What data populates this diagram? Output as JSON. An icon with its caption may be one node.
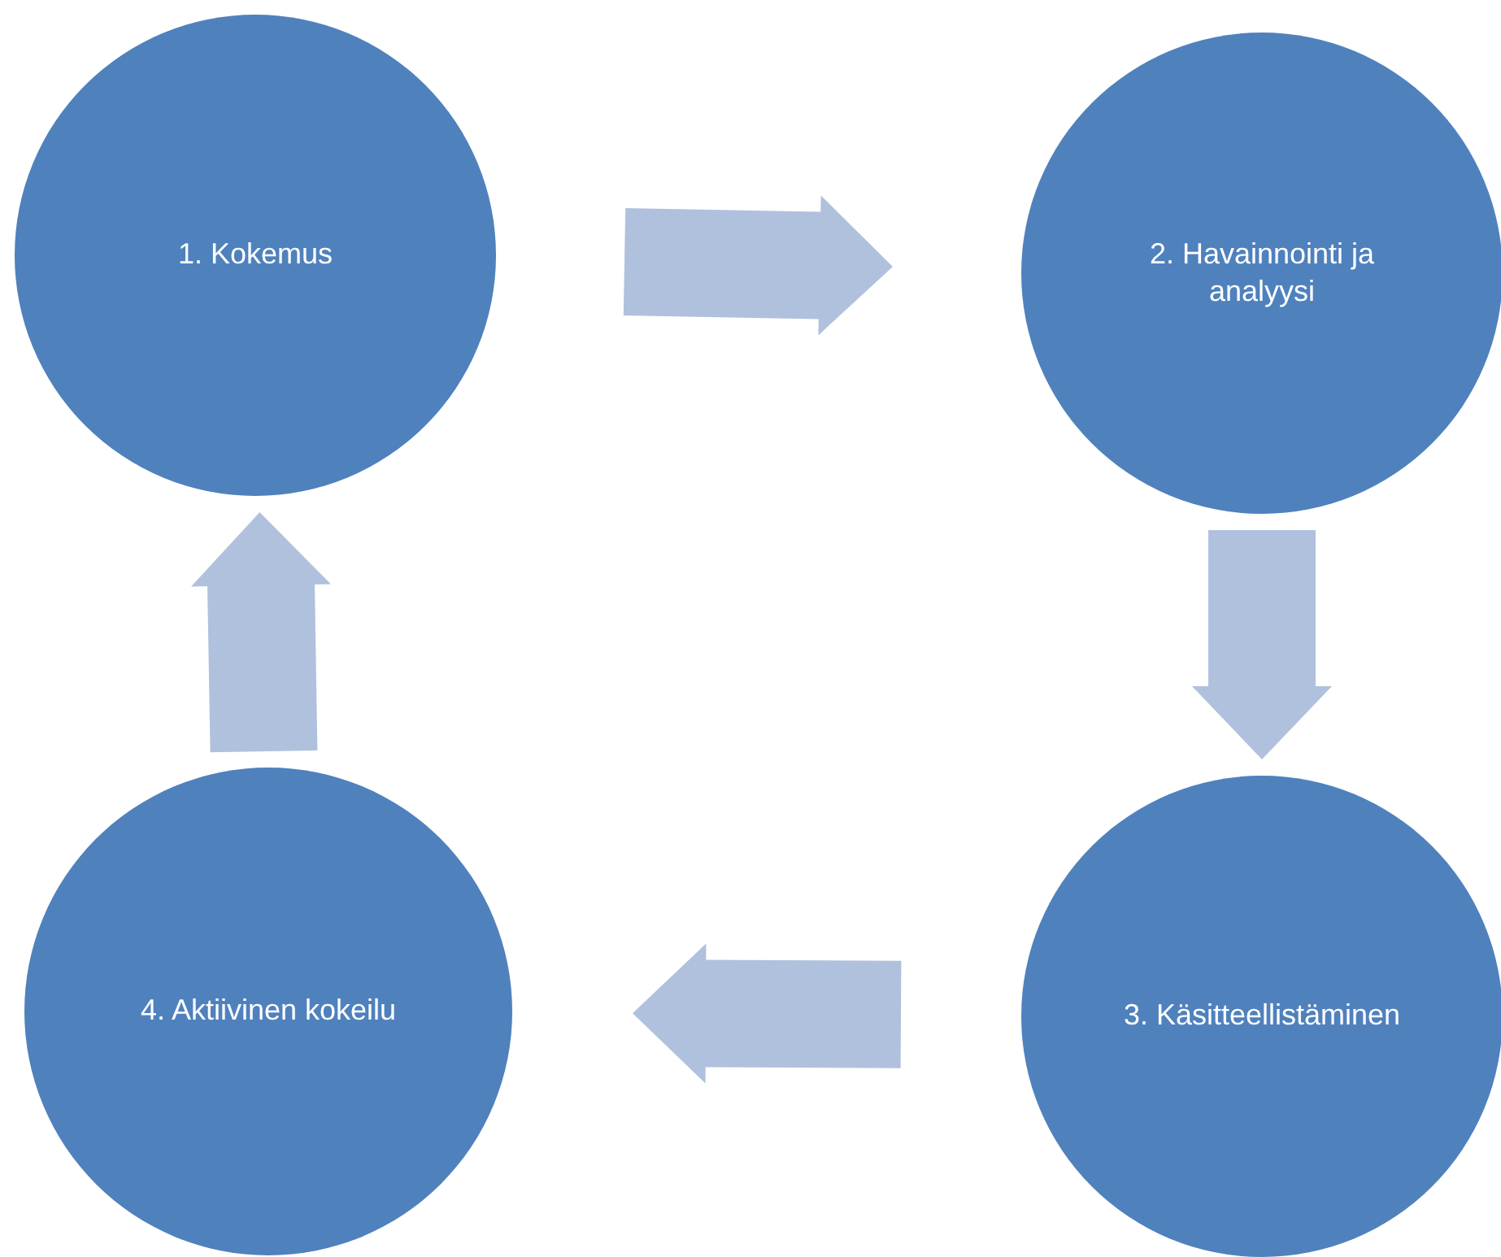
{
  "diagram": {
    "nodes": [
      {
        "text": [
          "1. Kokemus"
        ]
      },
      {
        "text": [
          "2. Havainnointi ja analyysi"
        ]
      },
      {
        "text": [
          "3. Käsitteellistäminen"
        ]
      },
      {
        "text": [
          "4. Aktiivinen kokeilu"
        ]
      }
    ],
    "edges": [
      {
        "from": 0,
        "to": 1,
        "arrow": "to"
      },
      {
        "from": 1,
        "to": 2,
        "arrow": "to"
      },
      {
        "from": 2,
        "to": 3,
        "arrow": "to"
      },
      {
        "from": 3,
        "to": 0,
        "arrow": "to"
      }
    ]
  }
}
